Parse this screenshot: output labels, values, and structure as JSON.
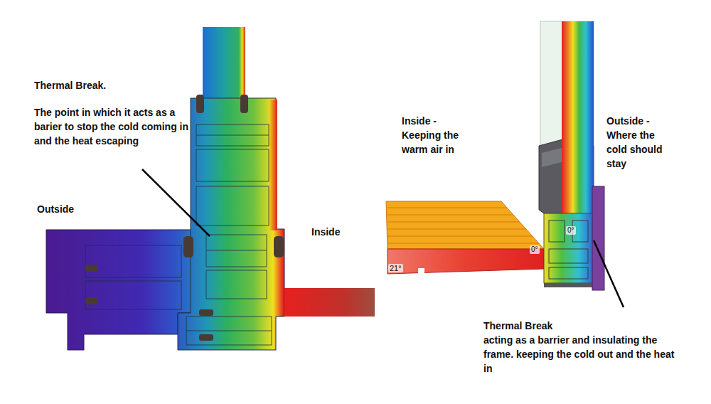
{
  "diagram": {
    "labels": [
      "Thermal Break.",
      "The point in which it acts as a barier to stop the cold coming in and the heat escaping",
      "Outside",
      "Inside",
      "Inside - Keeping the warm air in",
      "Outside - Where the cold should stay",
      "0°",
      "0°",
      "21°",
      "Thermal Break",
      "acting as a barrier and insulating the frame. keeping the cold out and the heat in"
    ]
  }
}
